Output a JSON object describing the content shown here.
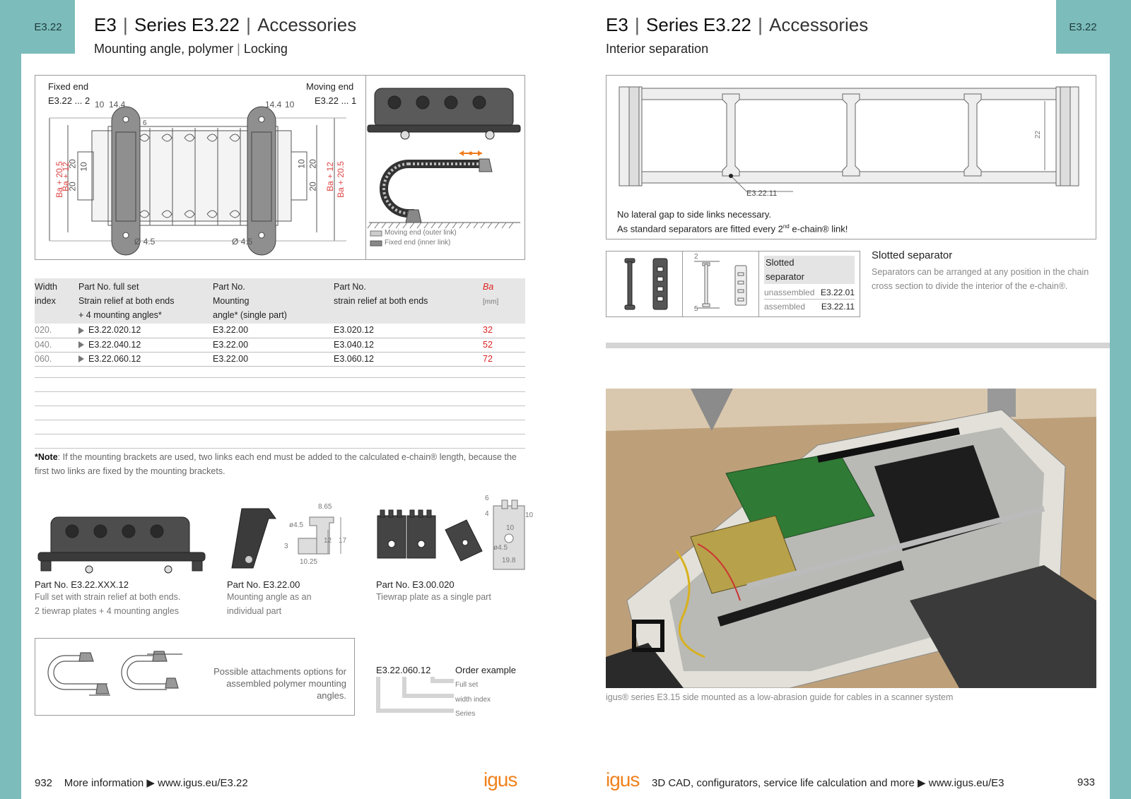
{
  "left_page": {
    "tab": "E3.22",
    "title": {
      "a": "E3",
      "b": "Series E3.22",
      "c": "Accessories"
    },
    "subtitle": {
      "a": "Mounting angle, polymer",
      "b": "Locking"
    },
    "diagram": {
      "fixed_end": "Fixed end",
      "fixed_end_code": "E3.22 ... 2",
      "moving_end": "Moving end",
      "moving_end_code": "E3.22 ... 1",
      "dim_10": "10",
      "dim_14_4": "14.4",
      "dim_6": "6",
      "dim_20": "20",
      "dim_d45": "Ø 4.5",
      "dim_ba205": "Ba + 20.5",
      "dim_ba12": "Ba + 12",
      "legend_moving": "Moving end (outer link)",
      "legend_fixed": "Fixed end (inner link)"
    },
    "table": {
      "headers": [
        [
          "Width",
          "index"
        ],
        [
          "Part No. full set",
          "Strain relief at both ends",
          "+ 4 mounting angles*"
        ],
        [
          "Part No.",
          "Mounting",
          "angle* (single part)"
        ],
        [
          "Part No.",
          "strain relief at both ends"
        ],
        [
          "Ba",
          "[mm]"
        ]
      ],
      "rows": [
        {
          "index": "020.",
          "full_set": "E3.22.020.12",
          "mounting": "E3.22.00",
          "strain": "E3.020.12",
          "ba": "32"
        },
        {
          "index": "040.",
          "full_set": "E3.22.040.12",
          "mounting": "E3.22.00",
          "strain": "E3.040.12",
          "ba": "52"
        },
        {
          "index": "060.",
          "full_set": "E3.22.060.12",
          "mounting": "E3.22.00",
          "strain": "E3.060.12",
          "ba": "72"
        }
      ]
    },
    "note": {
      "label": "*Note",
      "text": ": If the mounting brackets are used, two links each end must be added to the calculated e-chain® length, because the first two links are fixed by the mounting brackets."
    },
    "products": [
      {
        "title": "Part No. E3.22.XXX.12",
        "lines": [
          "Full set with strain relief at both ends.",
          "2 tiewrap plates + 4 mounting angles"
        ]
      },
      {
        "title": "Part No. E3.22.00",
        "lines": [
          "Mounting angle as an",
          "individual part"
        ]
      },
      {
        "title": "Part No. E3.00.020",
        "lines": [
          "Tiewrap plate as a single part"
        ]
      }
    ],
    "product_dims": {
      "a": "ø4.5",
      "b": "8.65",
      "c": "3",
      "d": "12",
      "e": "17",
      "f": "10.25",
      "g": "6",
      "h": "4",
      "i": "10",
      "j": "10",
      "k": "ø4.5",
      "l": "19.8"
    },
    "attachments_text": "Possible attachments options for assembled polymer mounting angles.",
    "order_example": {
      "code": "E3.22.060.12",
      "title": "Order example",
      "labels": [
        "Full set",
        "width index",
        "Series"
      ]
    },
    "footer": {
      "page": "932",
      "more": "More information",
      "url": "www.igus.eu/E3.22",
      "logo": "igus"
    }
  },
  "right_page": {
    "tab": "E3.22",
    "title": {
      "a": "E3",
      "b": "Series E3.22",
      "c": "Accessories"
    },
    "subtitle": "Interior separation",
    "diagram": {
      "dim_22": "22",
      "callout": "E3.22.11",
      "line1": "No lateral gap to side links necessary.",
      "line2a": "As standard separators are fitted every 2",
      "line2sup": "nd",
      "line2b": " e-chain® link!"
    },
    "separator": {
      "dim_2": "2",
      "dim_5": "5",
      "name_a": "Slotted",
      "name_b": "separator",
      "unassembled_label": "unassembled",
      "unassembled_code": "E3.22.01",
      "assembled_label": "assembled",
      "assembled_code": "E3.22.11",
      "heading": "Slotted separator",
      "description": "Separators can be arranged at any position in the chain cross section to divide the interior of the e-chain®."
    },
    "photo_caption": "igus® series E3.15 side mounted as a low-abrasion guide for cables in a scanner system",
    "footer": {
      "logo": "igus",
      "text": "3D CAD, configurators, service life calculation and more",
      "url": "www.igus.eu/E3",
      "page": "933"
    }
  }
}
